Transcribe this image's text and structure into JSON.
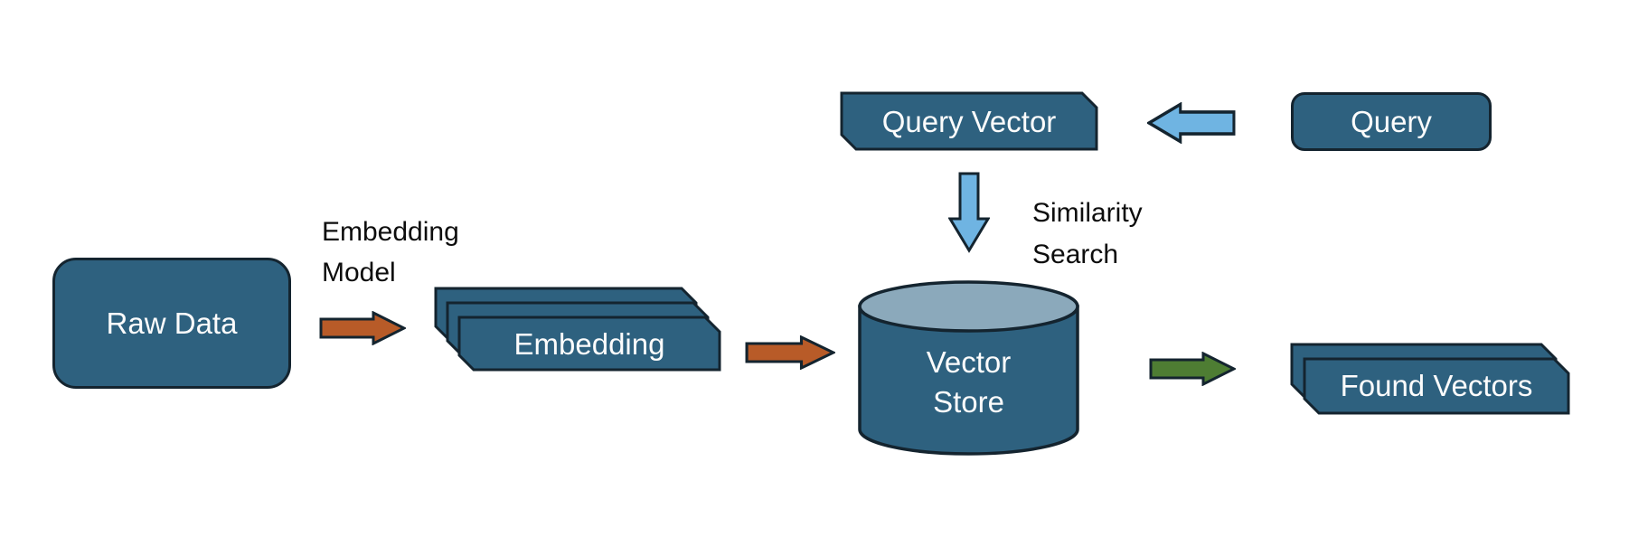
{
  "title": "Vector store similarity search diagram",
  "colors": {
    "page_bg": "#FFFFFF",
    "node_fill": "#2E617F",
    "node_stroke": "#14242F",
    "cylinder_top": "#8BA9BB",
    "arrow_orange": "#B85B28",
    "arrow_blue": "#6FB4E2",
    "arrow_green": "#4E7D33",
    "text_light": "#FCFCFC",
    "text_dark": "#0D0D0D"
  },
  "nodes": {
    "raw_data": {
      "label": "Raw Data",
      "shape": "rounded-rectangle"
    },
    "embedding": {
      "label": "Embedding",
      "shape": "stacked-sheets-x3"
    },
    "vector_store": {
      "label": "Vector Store",
      "shape": "cylinder"
    },
    "query_vector": {
      "label": "Query Vector",
      "shape": "chamfered-rectangle"
    },
    "query": {
      "label": "Query",
      "shape": "rounded-rectangle"
    },
    "found_vectors": {
      "label": "Found Vectors",
      "shape": "stacked-sheets-x2"
    }
  },
  "annotations": {
    "embedding_model": "Embedding Model",
    "similarity_search": "Similarity Search"
  },
  "flows": [
    {
      "from": "raw_data",
      "to": "embedding",
      "color": "orange",
      "direction": "right",
      "label": "Embedding Model"
    },
    {
      "from": "embedding",
      "to": "vector_store",
      "color": "orange",
      "direction": "right",
      "label": ""
    },
    {
      "from": "query",
      "to": "query_vector",
      "color": "blue",
      "direction": "left",
      "label": ""
    },
    {
      "from": "query_vector",
      "to": "vector_store",
      "color": "blue",
      "direction": "down",
      "label": "Similarity Search"
    },
    {
      "from": "vector_store",
      "to": "found_vectors",
      "color": "green",
      "direction": "right",
      "label": ""
    }
  ]
}
